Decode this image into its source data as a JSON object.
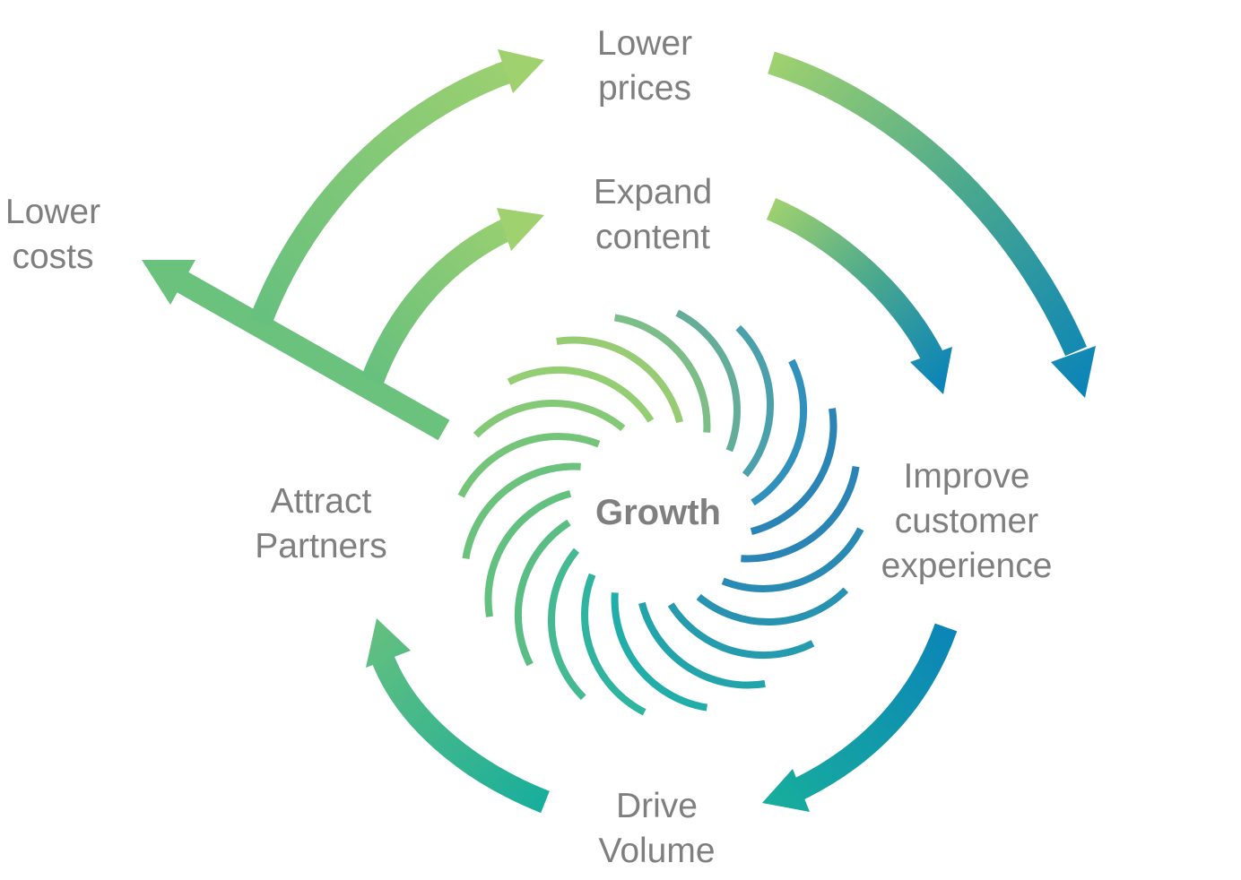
{
  "center": {
    "label": "Growth"
  },
  "nodes": {
    "lower_prices": {
      "lines": [
        "Lower",
        "prices"
      ]
    },
    "expand_content": {
      "lines": [
        "Expand",
        "content"
      ]
    },
    "lower_costs": {
      "lines": [
        "Lower",
        "costs"
      ]
    },
    "improve_cx": {
      "lines": [
        "Improve",
        "customer",
        "experience"
      ]
    },
    "attract_partners": {
      "lines": [
        "Attract",
        "Partners"
      ]
    },
    "drive_volume": {
      "lines": [
        "Drive",
        "Volume"
      ]
    }
  },
  "colors": {
    "light_green": "#9fd16f",
    "green": "#66c07e",
    "blue": "#0b84b8",
    "teal": "#18ae9c",
    "text": "#7f7f7f"
  }
}
